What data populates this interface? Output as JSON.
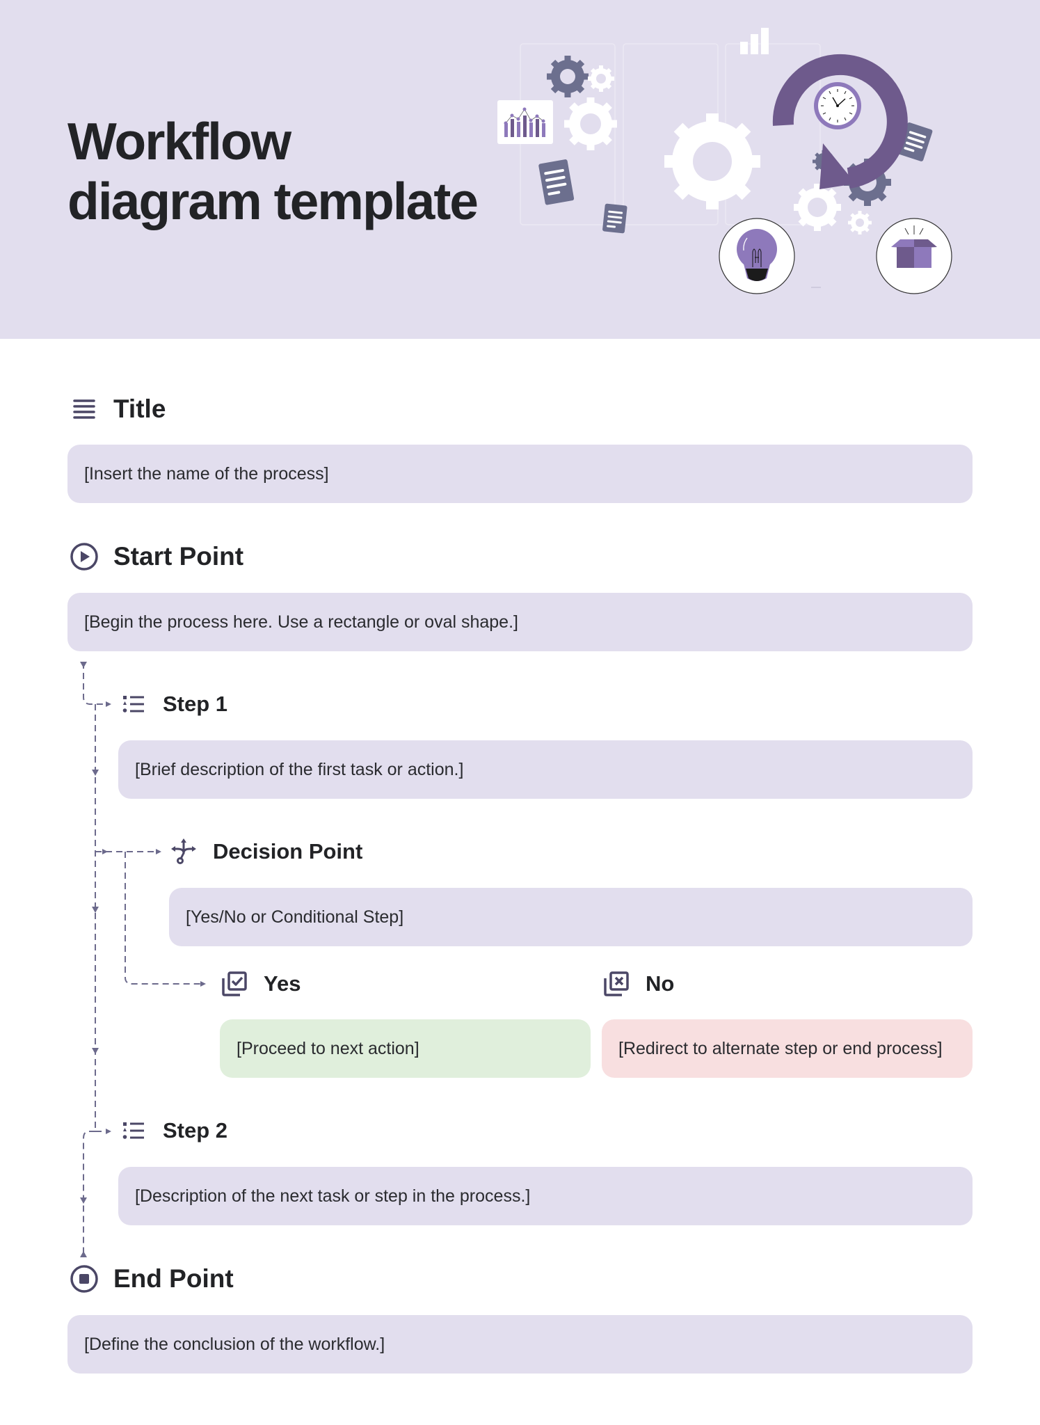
{
  "hero": {
    "title": "Workflow\ndiagram template",
    "illustration": [
      "bar-chart-card",
      "gear-icons",
      "document-icons",
      "circular-arrow-clock",
      "lightbulb-circle",
      "open-box-circle",
      "signal-bars"
    ]
  },
  "sections": {
    "title": {
      "heading": "Title",
      "icon": "list-lines-icon",
      "placeholder": "[Insert the name of the process]"
    },
    "start": {
      "heading": "Start Point",
      "icon": "play-circle-icon",
      "placeholder": "[Begin the process here. Use a rectangle or oval shape.]"
    },
    "step1": {
      "heading": "Step 1",
      "icon": "checklist-icon",
      "placeholder": "[Brief description of the first task or action.]"
    },
    "decision": {
      "heading": "Decision Point",
      "icon": "split-arrows-icon",
      "placeholder": "[Yes/No or Conditional Step]"
    },
    "yes": {
      "heading": "Yes",
      "icon": "checkbox-stack-icon",
      "placeholder": "[Proceed to next action]"
    },
    "no": {
      "heading": "No",
      "icon": "x-box-stack-icon",
      "placeholder": "[Redirect to alternate step or end process]"
    },
    "step2": {
      "heading": "Step 2",
      "icon": "checklist-icon",
      "placeholder": "[Description of the next task or step in the process.]"
    },
    "end": {
      "heading": "End Point",
      "icon": "stop-circle-icon",
      "placeholder": "[Define the conclusion of the workflow.]"
    }
  },
  "colors": {
    "hero_bg": "#e2deee",
    "box_bg": "#e2deee",
    "yes_bg": "#e0efdc",
    "no_bg": "#f8dfe0",
    "icon": "#4b4766",
    "connector": "#6c6a8c",
    "accent_purple": "#6e5a8c"
  }
}
